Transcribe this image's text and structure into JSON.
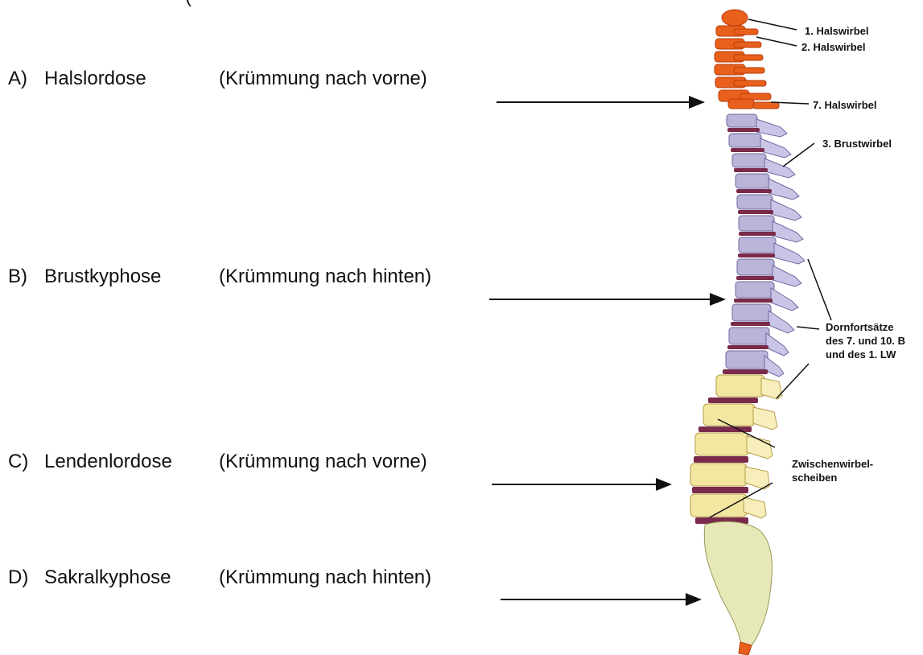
{
  "title_fragment": "(",
  "rows": [
    {
      "letter": "A)",
      "name": "Halslordose",
      "desc": "(Krümmung nach vorne)"
    },
    {
      "letter": "B)",
      "name": "Brustkyphose",
      "desc": "(Krümmung nach hinten)"
    },
    {
      "letter": "C)",
      "name": "Lendenlordose",
      "desc": "(Krümmung nach vorne)"
    },
    {
      "letter": "D)",
      "name": "Sakralkyphose",
      "desc": "(Krümmung nach hinten)"
    }
  ],
  "labels": {
    "hw1": "1. Halswirbel",
    "hw2": "2. Halswirbel",
    "hw7": "7. Halswirbel",
    "bw3": "3. Brustwirbel",
    "dorn1": "Dornfortsätze",
    "dorn2": "des 7. und 10. B",
    "dorn3": "und des 1. LW",
    "zw1": "Zwischenwirbel-",
    "zw2": "scheiben"
  },
  "colors": {
    "cervical": "#e8601c",
    "thoracic": "#b9b4d8",
    "lumbar": "#f3e6a0",
    "disc": "#7a2a4a",
    "sacrum": "#e6e8b8"
  }
}
